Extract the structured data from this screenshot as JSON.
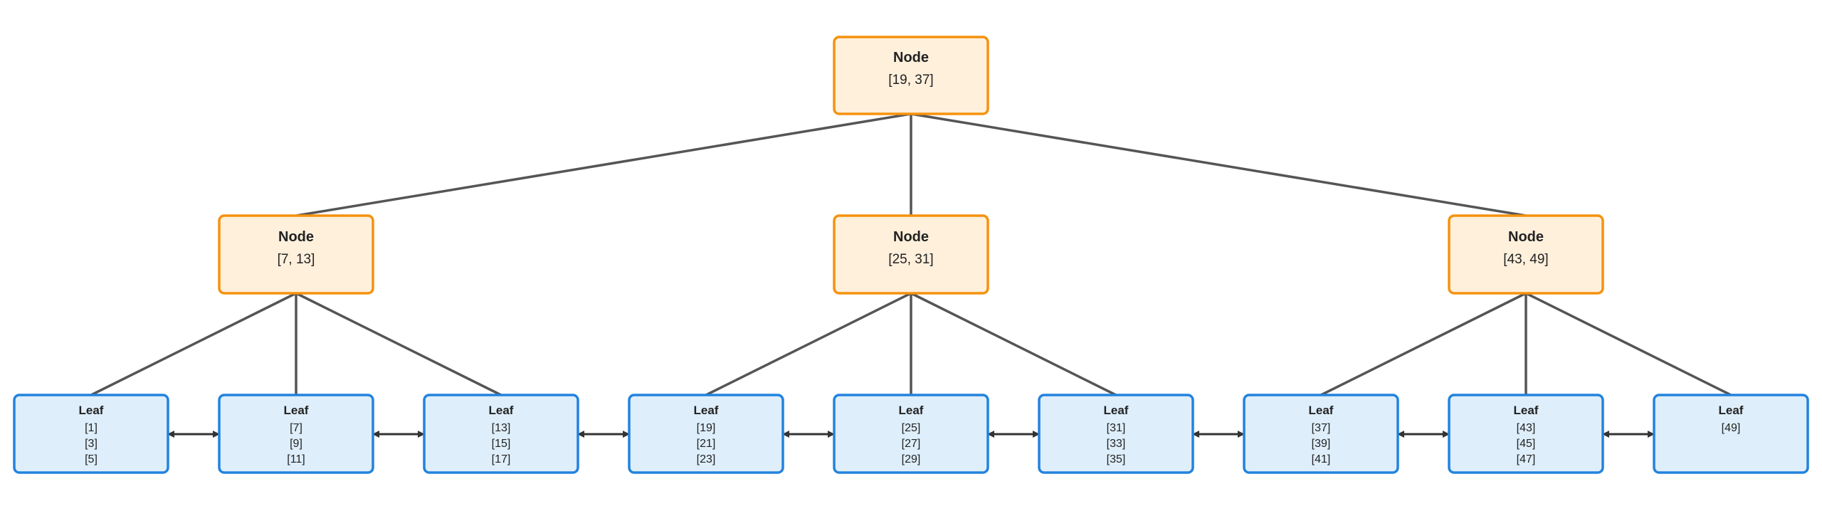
{
  "colors": {
    "internal_fill": "#fff0dc",
    "internal_stroke": "#f5920e",
    "leaf_fill": "#deeefb",
    "leaf_stroke": "#2283de",
    "edge": "#555555",
    "arrow": "#333333"
  },
  "root": {
    "label": "Node",
    "keys": "[19, 37]"
  },
  "internal_nodes": [
    {
      "label": "Node",
      "keys": "[7, 13]"
    },
    {
      "label": "Node",
      "keys": "[25, 31]"
    },
    {
      "label": "Node",
      "keys": "[43, 49]"
    }
  ],
  "leaves": [
    {
      "label": "Leaf",
      "keys": [
        "[1]",
        "[3]",
        "[5]"
      ]
    },
    {
      "label": "Leaf",
      "keys": [
        "[7]",
        "[9]",
        "[11]"
      ]
    },
    {
      "label": "Leaf",
      "keys": [
        "[13]",
        "[15]",
        "[17]"
      ]
    },
    {
      "label": "Leaf",
      "keys": [
        "[19]",
        "[21]",
        "[23]"
      ]
    },
    {
      "label": "Leaf",
      "keys": [
        "[25]",
        "[27]",
        "[29]"
      ]
    },
    {
      "label": "Leaf",
      "keys": [
        "[31]",
        "[33]",
        "[35]"
      ]
    },
    {
      "label": "Leaf",
      "keys": [
        "[37]",
        "[39]",
        "[41]"
      ]
    },
    {
      "label": "Leaf",
      "keys": [
        "[43]",
        "[45]",
        "[47]"
      ]
    },
    {
      "label": "Leaf",
      "keys": [
        "[49]"
      ]
    }
  ]
}
